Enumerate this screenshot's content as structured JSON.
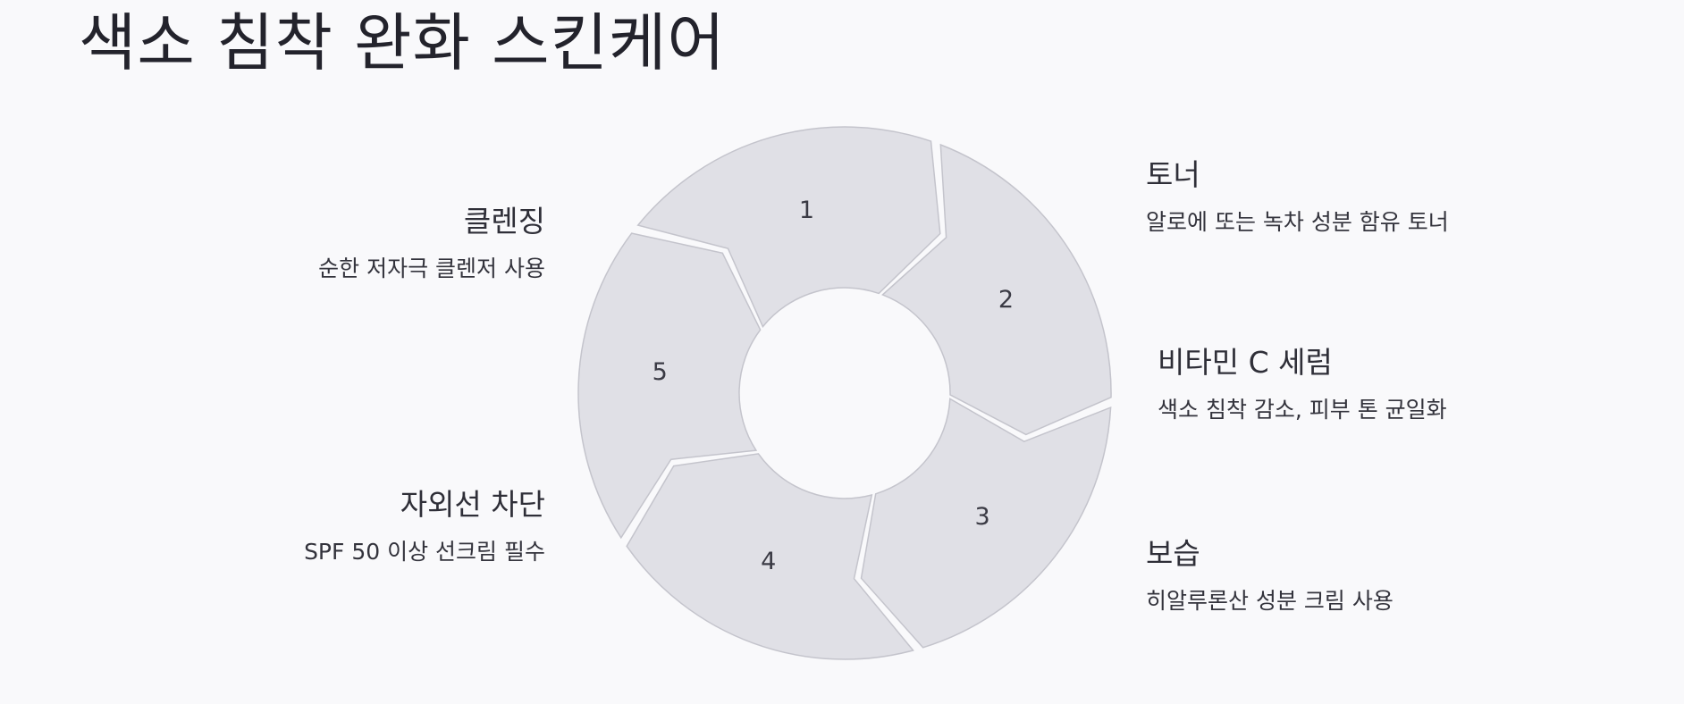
{
  "title": "색소 침착 완화 스킨케어",
  "colors": {
    "segment_fill": "#e0e0e6",
    "segment_stroke": "#c4c4cc",
    "background": "#f9f9fb"
  },
  "steps": [
    {
      "number": "1",
      "title": "클렌징",
      "description": "순한 저자극 클렌저 사용"
    },
    {
      "number": "2",
      "title": "토너",
      "description": "알로에 또는 녹차 성분 함유 토너"
    },
    {
      "number": "3",
      "title": "비타민 C 세럼",
      "description": "색소 침착 감소, 피부 톤 균일화"
    },
    {
      "number": "4",
      "title": "보습",
      "description": "히알루론산 성분 크림 사용"
    },
    {
      "number": "5",
      "title": "자외선 차단",
      "description": "SPF 50 이상 선크림 필수"
    }
  ]
}
